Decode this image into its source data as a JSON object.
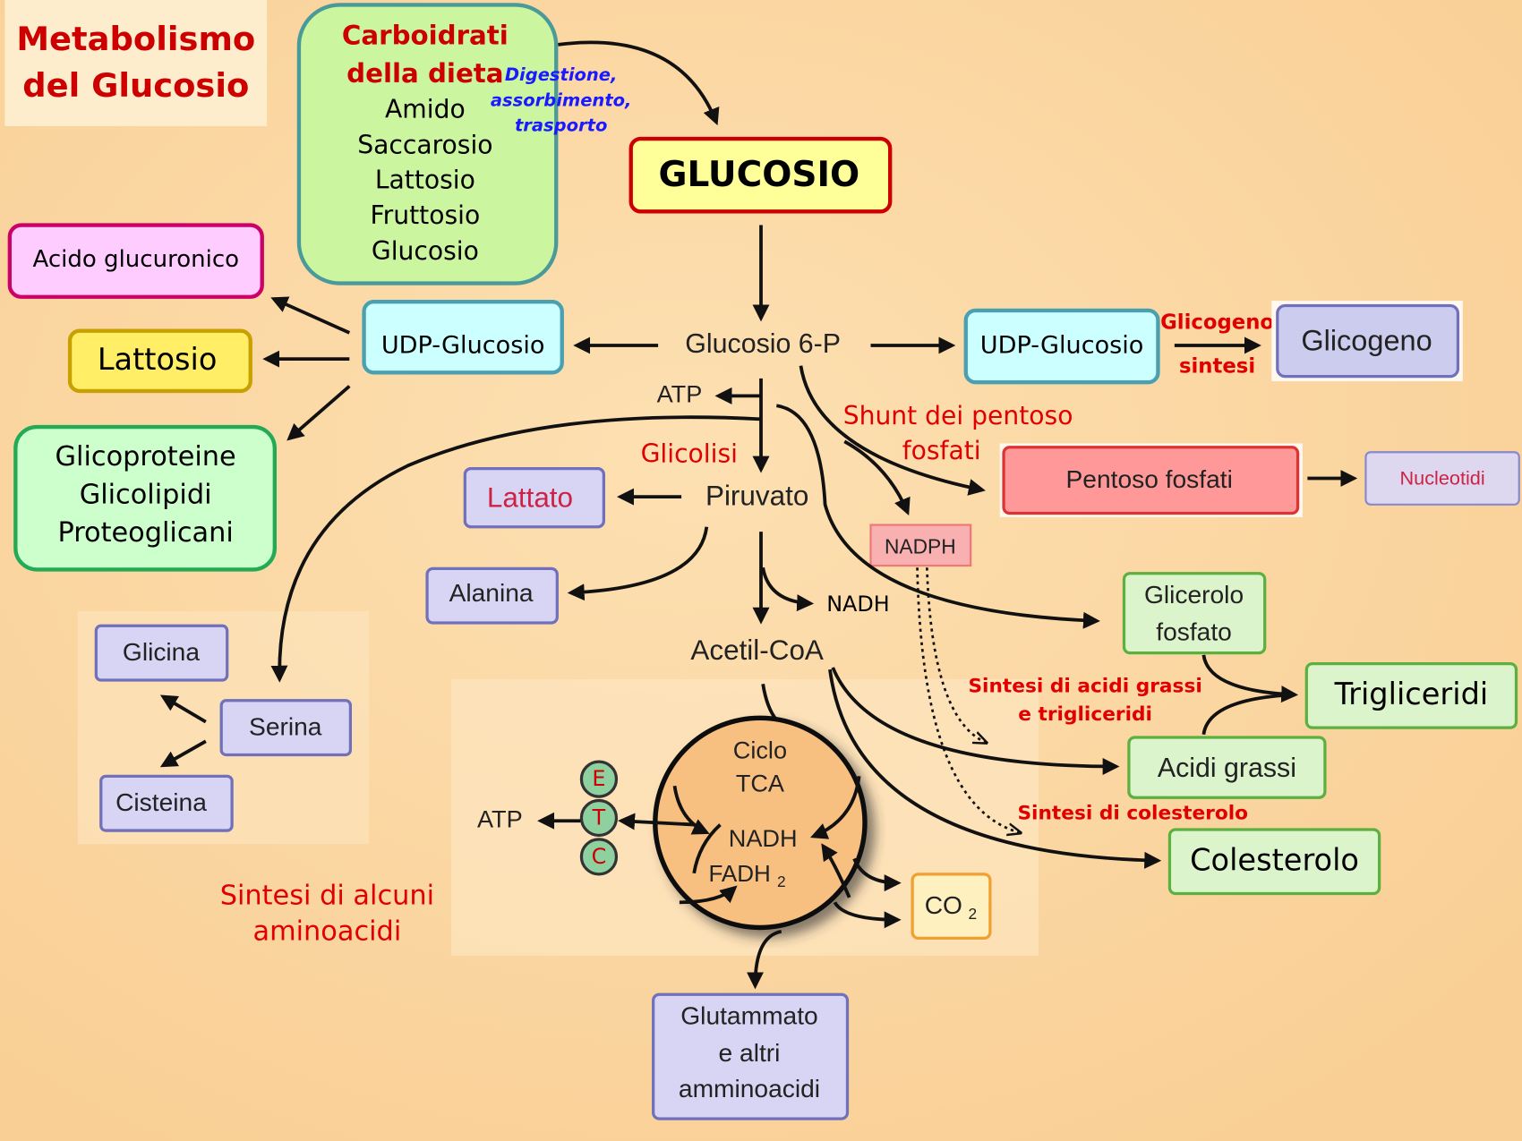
{
  "title": [
    "Metabolismo",
    "del Glucosio"
  ],
  "diet": {
    "heading": [
      "Carboidrati",
      "della dieta"
    ],
    "items": [
      "Amido",
      "Saccarosio",
      "Lattosio",
      "Fruttosio",
      "Glucosio"
    ]
  },
  "digestion_label": [
    "Digestione,",
    "assorbimento,",
    "trasporto"
  ],
  "glucosio": "GLUCOSIO",
  "glucosio6p": "Glucosio 6-P",
  "udp_left": "UDP-Glucosio",
  "udp_right": "UDP-Glucosio",
  "acido_glucuronico": "Acido glucuronico",
  "lattosio": "Lattosio",
  "glico": [
    "Glicoproteine",
    "Glicolipidi",
    "Proteoglicani"
  ],
  "glicogeno_label": [
    "Glicogeno",
    "sintesi"
  ],
  "glicogeno": "Glicogeno",
  "atp_top": "ATP",
  "shunt": [
    "Shunt dei pentoso",
    "fosfati"
  ],
  "pentoso": "Pentoso fosfati",
  "nucleotidi": "Nucleotidi",
  "glicolisi": "Glicolisi",
  "piruvato": "Piruvato",
  "lattato": "Lattato",
  "alanina": "Alanina",
  "nadph": "NADPH",
  "nadh": "NADH",
  "acetil": "Acetil-CoA",
  "glicina": "Glicina",
  "serina": "Serina",
  "cisteina": "Cisteina",
  "glicerolo": [
    "Glicerolo",
    "fosfato"
  ],
  "trigliceridi": "Trigliceridi",
  "acidi_grassi": "Acidi grassi",
  "colesterolo": "Colesterolo",
  "sintesi_acidi": [
    "Sintesi di acidi grassi",
    "e trigliceridi"
  ],
  "sintesi_colesterolo": "Sintesi di colesterolo",
  "tca": {
    "lines": [
      "Ciclo",
      "TCA"
    ],
    "nadh": "NADH",
    "fadh": "FADH",
    "fadh_sub": "2"
  },
  "etc": [
    "E",
    "T",
    "C"
  ],
  "atp_etc": "ATP",
  "co2": {
    "main": "CO",
    "sub": "2"
  },
  "glutammato": [
    "Glutammato",
    "e altri",
    "amminoacidi"
  ],
  "sintesi_aminoacidi": [
    "Sintesi di alcuni",
    "aminoacidi"
  ],
  "colors": {
    "red_label": "#e00000",
    "blue_label": "#1a1aff",
    "background": "#fbd6a4"
  }
}
